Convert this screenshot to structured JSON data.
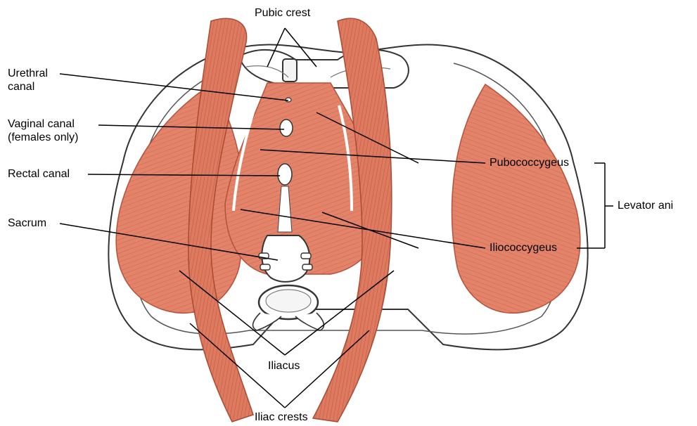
{
  "colors": {
    "muscle": "#e3846a",
    "muscle_dark": "#c2583e",
    "muscle_light": "#f0a48c",
    "bone": "#ffffff",
    "bone_outline": "#333333",
    "line": "#000000"
  },
  "labels": {
    "pubic_crest": "Pubic crest",
    "urethral_canal": [
      "Urethral",
      "canal"
    ],
    "vaginal_canal": [
      "Vaginal canal",
      "(females only)"
    ],
    "rectal_canal": "Rectal canal",
    "sacrum": "Sacrum",
    "pubococcygeus": "Pubococcygeus",
    "iliococcygeus": "Iliococcygeus",
    "levator_ani": "Levator ani",
    "iliacus": "Iliacus",
    "iliac_crests": "Iliac crests"
  }
}
